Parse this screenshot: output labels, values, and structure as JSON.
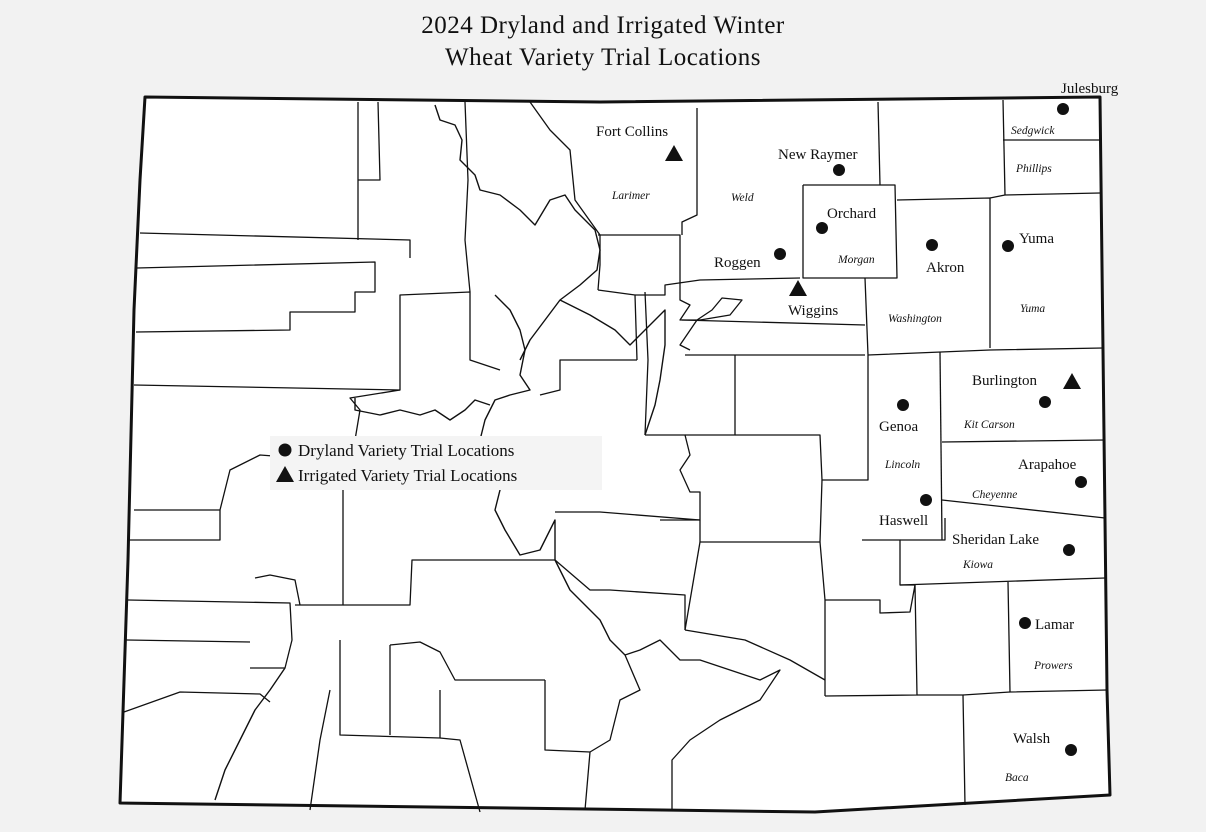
{
  "title": {
    "line1": "2024 Dryland and Irrigated Winter",
    "line2": "Wheat Variety Trial Locations"
  },
  "legend": {
    "dryland_label": "Dryland Variety Trial Locations",
    "irrigated_label": "Irrigated Variety Trial Locations",
    "dryland_symbol": "circle",
    "irrigated_symbol": "triangle"
  },
  "sites": [
    {
      "name": "Fort Collins",
      "type": "irrigated"
    },
    {
      "name": "New Raymer",
      "type": "dryland"
    },
    {
      "name": "Orchard",
      "type": "dryland"
    },
    {
      "name": "Roggen",
      "type": "dryland"
    },
    {
      "name": "Wiggins",
      "type": "irrigated"
    },
    {
      "name": "Akron",
      "type": "dryland"
    },
    {
      "name": "Yuma",
      "type": "dryland"
    },
    {
      "name": "Julesburg",
      "type": "dryland"
    },
    {
      "name": "Burlington",
      "type": "irrigated"
    },
    {
      "name": "Burlington",
      "type": "dryland"
    },
    {
      "name": "Genoa",
      "type": "dryland"
    },
    {
      "name": "Arapahoe",
      "type": "dryland"
    },
    {
      "name": "Haswell",
      "type": "dryland"
    },
    {
      "name": "Sheridan Lake",
      "type": "dryland"
    },
    {
      "name": "Lamar",
      "type": "dryland"
    },
    {
      "name": "Walsh",
      "type": "dryland"
    }
  ],
  "counties": [
    "Larimer",
    "Weld",
    "Morgan",
    "Washington",
    "Yuma",
    "Sedgwick",
    "Phillips",
    "Kit Carson",
    "Lincoln",
    "Cheyenne",
    "Kiowa",
    "Prowers",
    "Baca"
  ]
}
